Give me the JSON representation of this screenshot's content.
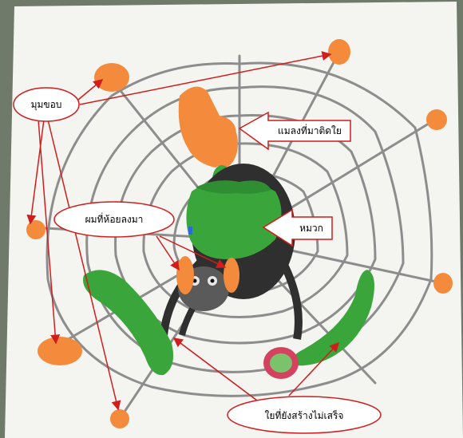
{
  "callouts": {
    "corners": "มุมขอบ",
    "insect": "แมลงที่มาติดใย",
    "hat": "หมวก",
    "hair": "ผมที่ห้อยลงมา",
    "unfinished_web": "ใยที่ยังสร้างไม่เสร็จ"
  },
  "colors": {
    "paper": "#f4f4f1",
    "web_lines": "#8d8d8d",
    "orange_clay": "#f48a3c",
    "green_clay": "#3aa53a",
    "spider_body": "#2f2f2f",
    "annotation_red": "#d01d1d"
  }
}
